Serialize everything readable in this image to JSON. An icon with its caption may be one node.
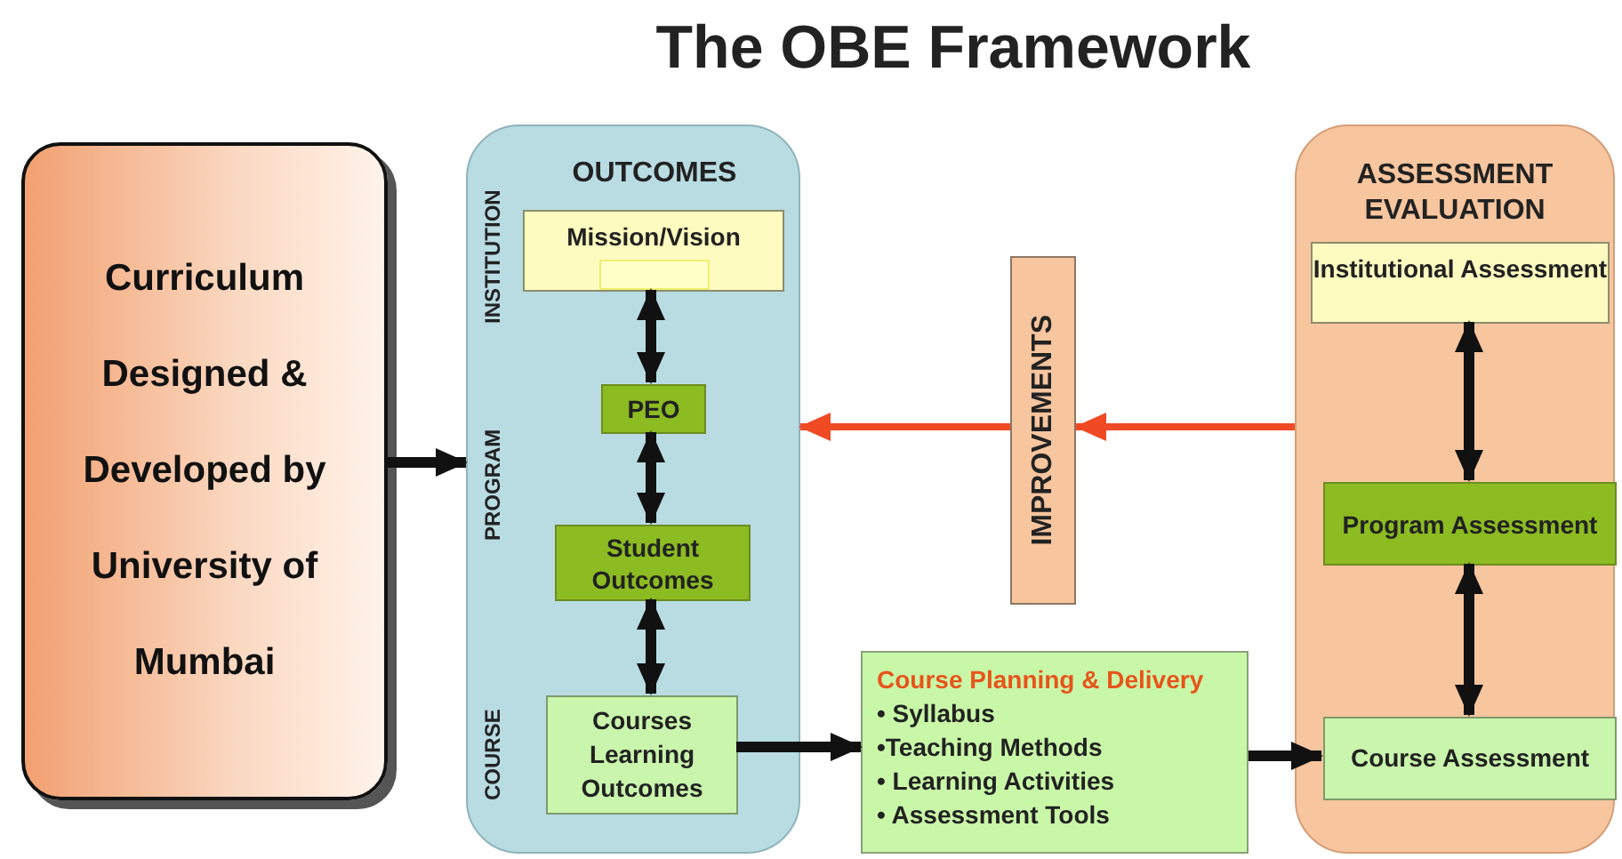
{
  "diagram": {
    "title": "The OBE Framework",
    "nodes": [
      {
        "text": [
          "Curriculum Designed & Developed by University of Mumbai"
        ]
      },
      {
        "text": [
          "OUTCOMES"
        ]
      },
      {
        "text": [
          "Mission/Vision"
        ],
        "in": 1
      },
      {
        "text": [
          "PEO"
        ],
        "in": 1
      },
      {
        "text": [
          "Student Outcomes"
        ],
        "in": 1
      },
      {
        "text": [
          "Courses Learning Outcomes"
        ],
        "in": 1
      },
      {
        "text": [
          "IMPROVEMENTS"
        ]
      },
      {
        "text": [
          "ASSESSMENT EVALUATION"
        ]
      },
      {
        "text": [
          "Institutional Assessment"
        ],
        "in": 7
      },
      {
        "text": [
          "Program Assessment"
        ],
        "in": 7
      },
      {
        "text": [
          "Course Assessment"
        ],
        "in": 7
      },
      {
        "text": [
          "Course Planning & Delivery",
          "• Syllabus",
          "•Teaching Methods",
          "• Learning Activities",
          "• Assessment Tools"
        ]
      }
    ],
    "edges": [
      {
        "from": 0,
        "to": 1,
        "arrow": "to"
      },
      {
        "from": 2,
        "to": 3,
        "arrow": "both"
      },
      {
        "from": 3,
        "to": 4,
        "arrow": "both"
      },
      {
        "from": 4,
        "to": 5,
        "arrow": "both"
      },
      {
        "from": 7,
        "to": 6,
        "arrow": "to",
        "color": "#f04a24"
      },
      {
        "from": 6,
        "to": 1,
        "arrow": "to",
        "color": "#f04a24"
      },
      {
        "from": 5,
        "to": 11,
        "arrow": "to"
      },
      {
        "from": 11,
        "to": 10,
        "arrow": "to"
      },
      {
        "from": 8,
        "to": 9,
        "arrow": "both"
      },
      {
        "from": 9,
        "to": 10,
        "arrow": "both"
      }
    ],
    "labels": [
      "INSTITUTION",
      "PROGRAM",
      "COURSE"
    ]
  }
}
